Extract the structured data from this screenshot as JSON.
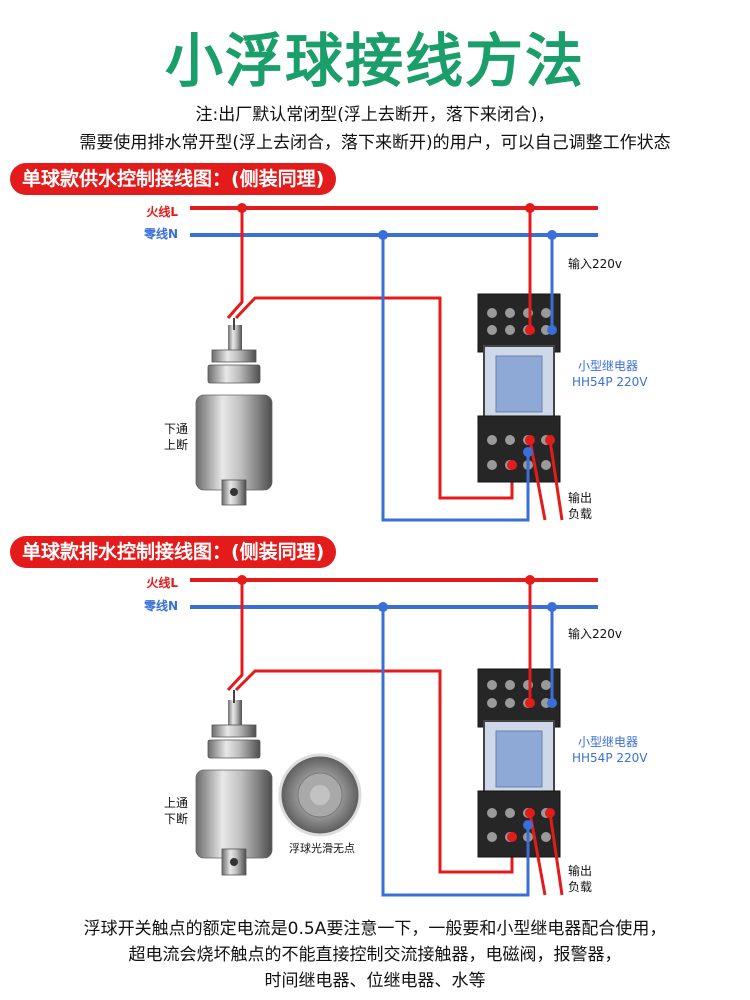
{
  "title": "小浮球接线方法",
  "note_line1": "注:出厂默认常闭型(浮上去断开，落下来闭合)，",
  "note_line2": "需要使用排水常开型(浮上去闭合，落下来断开)的用户，可以自己调整工作状态",
  "section1": {
    "heading": "单球款供水控制接线图：(侧装同理)",
    "live_label": "火线L",
    "neutral_label": "零线N",
    "input_label": "输入220v",
    "relay_name": "小型继电器",
    "relay_model": "HH54P 220V",
    "float_state_line1": "下通",
    "float_state_line2": "上断",
    "output_line1": "输出",
    "output_line2": "负载"
  },
  "section2": {
    "heading": "单球款排水控制接线图：(侧装同理)",
    "live_label": "火线L",
    "neutral_label": "零线N",
    "input_label": "输入220v",
    "relay_name": "小型继电器",
    "relay_model": "HH54P 220V",
    "float_state_line1": "上通",
    "float_state_line2": "下断",
    "output_line1": "输出",
    "output_line2": "负载",
    "inset_caption": "浮球光滑无点"
  },
  "footer_line1": "浮球开关触点的额定电流是0.5A要注意一下，一般要和小型继电器配合使用，",
  "footer_line2": "超电流会烧坏触点的不能直接控制交流接触器，电磁阀，报警器，",
  "footer_line3": "时间继电器、位继电器、水等",
  "colors": {
    "title": "#1a9e6a",
    "live_wire": "#e41b1b",
    "neutral_wire": "#3a6fd8",
    "heading_bg": "#e41b1b"
  }
}
